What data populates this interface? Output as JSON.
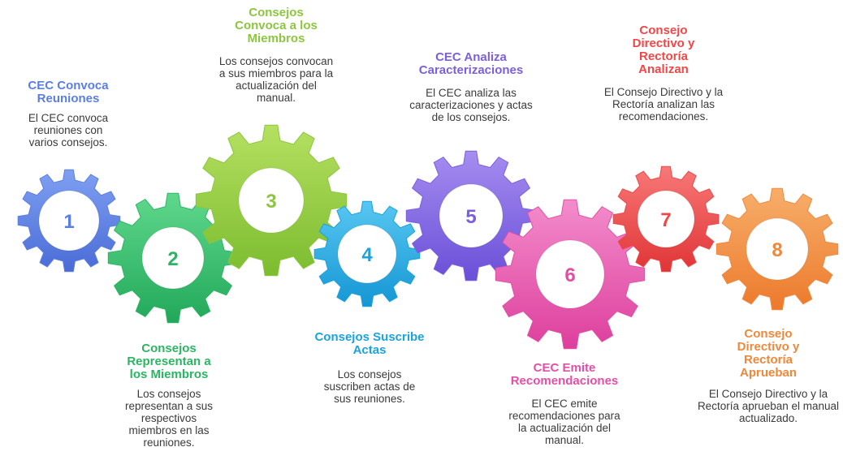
{
  "steps": [
    {
      "number": "1",
      "title": "CEC Convoca Reuniones",
      "description": "El CEC convoca reuniones con varios consejos.",
      "color": "#5b7fe0"
    },
    {
      "number": "2",
      "title": "Consejos Representan a los Miembros",
      "description": "Los consejos representan a sus respectivos miembros en las reuniones.",
      "color": "#2bb563"
    },
    {
      "number": "3",
      "title": "Consejos Convoca a los Miembros",
      "description": "Los consejos convocan a sus miembros para la actualización del manual.",
      "color": "#8cc63f"
    },
    {
      "number": "4",
      "title": "Consejos Suscribe Actas",
      "description": "Los consejos suscriben actas de sus reuniones.",
      "color": "#1aa3dd"
    },
    {
      "number": "5",
      "title": "CEC Analiza Caracterizaciones",
      "description": "El CEC analiza las caracterizaciones y actas de los consejos.",
      "color": "#7b5fe0"
    },
    {
      "number": "6",
      "title": "CEC Emite Recomendaciones",
      "description": "El CEC emite recomendaciones para la actualización del manual.",
      "color": "#e24fa6"
    },
    {
      "number": "7",
      "title": "Consejo Directivo y Rectoría Analizan",
      "description": "El Consejo Directivo y la Rectoría analizan las recomendaciones.",
      "color": "#ee4748"
    },
    {
      "number": "8",
      "title": "Consejo Directivo y Rectoría Aprueban",
      "description": "El Consejo Directivo y la Rectoría aprueban el manual actualizado.",
      "color": "#f0883a"
    }
  ]
}
